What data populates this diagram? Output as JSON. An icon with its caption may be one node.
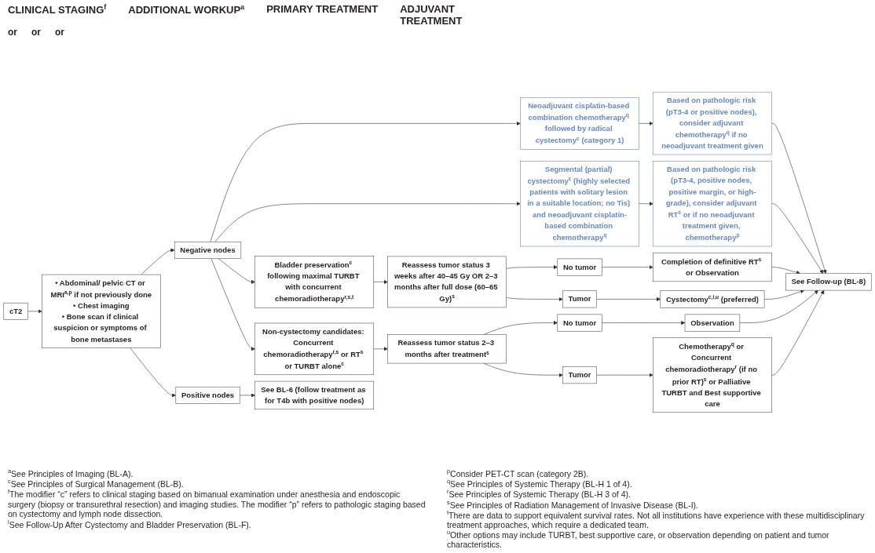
{
  "diagram": {
    "nodes": [
      {
        "text": [
          "cT2"
        ]
      },
      {
        "text": [
          "• Abdominal/ pelvic CT or MRI$^{a,p}$ if not previously done",
          "• Chest imaging",
          "• Bone scan if clinical suspicion or symptoms of bone metastases"
        ]
      },
      {
        "text": [
          "Negative nodes"
        ]
      },
      {
        "text": [
          "Positive nodes"
        ]
      },
      {
        "text": [
          "Neoadjuvant cisplatin-based combination chemotherapy$^{q}$ followed by radical cystectomy$^{c}$ (category 1)"
        ]
      },
      {
        "text": [
          "Segmental (partial) cystectomy$^{c}$ (highly selected patients with solitary lesion in a suitable location; no Tis) and neoadjuvant cisplatin-based combination chemotherapy$^{q}$"
        ]
      },
      {
        "text": [
          "Bladder preservation$^{c}$ following maximal TURBT with concurrent chemoradiotherapy$^{r,s,t}$"
        ]
      },
      {
        "text": [
          "Non-cystectomy candidates: Concurrent chemoradiotherapy$^{r,s}$ or RT$^{s}$ or TURBT alone$^{c}$"
        ]
      },
      {
        "text": [
          "See BL-6 (follow treatment as for T4b with positive nodes)"
        ]
      },
      {
        "text": [
          "Based on pathologic risk (pT3-4 or positive nodes), consider adjuvant chemotherapy$^{q}$ if no neoadjuvant treatment given"
        ]
      },
      {
        "text": [
          "Based on pathologic risk (pT3-4, positive nodes, positive margin, or high-grade), consider adjuvant RT$^{s}$ or if no neoadjuvant treatment given, chemotherapy$^{p}$"
        ]
      },
      {
        "text": [
          "Reassess tumor status 3 weeks after 40–45 Gy OR 2–3 months after full dose (60–65 Gy)$^{s}$"
        ]
      },
      {
        "text": [
          "Reassess tumor status 2–3 months after treatment$^{s}$"
        ]
      },
      {
        "text": [
          "No tumor"
        ]
      },
      {
        "text": [
          "Tumor"
        ]
      },
      {
        "text": [
          "Completion of definitive RT$^{s}$ or Observation"
        ]
      },
      {
        "text": [
          "Cystectomy$^{c,i,u}$ (preferred)"
        ]
      },
      {
        "text": [
          "No tumor"
        ]
      },
      {
        "text": [
          "Tumor"
        ]
      },
      {
        "text": [
          "Observation"
        ]
      },
      {
        "text": [
          "Chemotherapy$^{q}$ or Concurrent chemoradiotherapy$^{r}$ (if no prior RT)$^{s}$ or Palliative TURBT and Best supportive care"
        ]
      },
      {
        "text": [
          "See Follow-up (BL-8)"
        ]
      }
    ],
    "edges": [
      {
        "from": 0,
        "to": 1,
        "arrow": "to"
      },
      {
        "from": 1,
        "to": 2,
        "arrow": "to"
      },
      {
        "from": 1,
        "to": 3,
        "arrow": "to"
      },
      {
        "from": 2,
        "to": 4,
        "arrow": "to"
      },
      {
        "from": 2,
        "to": 5,
        "arrow": "to"
      },
      {
        "from": 2,
        "to": 6,
        "arrow": "to"
      },
      {
        "from": 2,
        "to": 7,
        "arrow": "to"
      },
      {
        "from": 3,
        "to": 8,
        "arrow": "to"
      },
      {
        "from": 4,
        "to": 9,
        "arrow": "to"
      },
      {
        "from": 5,
        "to": 10,
        "arrow": "to"
      },
      {
        "from": 6,
        "to": 11,
        "arrow": "to"
      },
      {
        "from": 7,
        "to": 12,
        "arrow": "to"
      },
      {
        "from": 11,
        "to": 13,
        "arrow": "to"
      },
      {
        "from": 11,
        "to": 14,
        "arrow": "to"
      },
      {
        "from": 13,
        "to": 15,
        "arrow": "to"
      },
      {
        "from": 14,
        "to": 16,
        "arrow": "to"
      },
      {
        "from": 12,
        "to": 17,
        "arrow": "to"
      },
      {
        "from": 12,
        "to": 18,
        "arrow": "to"
      },
      {
        "from": 17,
        "to": 19,
        "arrow": "to"
      },
      {
        "from": 18,
        "to": 20,
        "arrow": "to"
      },
      {
        "from": 9,
        "to": 21,
        "arrow": "to"
      },
      {
        "from": 10,
        "to": 21,
        "arrow": "to"
      },
      {
        "from": 15,
        "to": 21,
        "arrow": "to"
      },
      {
        "from": 16,
        "to": 21,
        "arrow": "to"
      },
      {
        "from": 19,
        "to": 21,
        "arrow": "to"
      },
      {
        "from": 20,
        "to": 21,
        "arrow": "to"
      }
    ],
    "labels": [
      "CLINICAL STAGING$^{f}$",
      "ADDITIONAL WORKUP$^{a}$",
      "PRIMARY TREATMENT",
      "ADJUVANT TREATMENT",
      "or",
      "or",
      "or",
      "$^{a}$See Principles of Imaging (BL-A).",
      "$^{c}$See Principles of Surgical Management (BL-B).",
      "$^{f}$The modifier “c” refers to clinical staging based on bimanual examination under anesthesia and endoscopic surgery (biopsy or transurethral resection) and imaging studies. The modifier “p” refers to pathologic staging based on cystectomy and lymph node dissection.",
      "$^{i}$See Follow-Up After Cystectomy and Bladder Preservation (BL-F).",
      "$^{p}$Consider PET-CT scan (category 2B).",
      "$^{q}$See Principles of Systemic Therapy (BL-H 1 of 4).",
      "$^{r}$See Principles of Systemic Therapy (BL-H 3 of 4).",
      "$^{s}$See Principles of Radiation Management of Invasive Disease (BL-I).",
      "$^{t}$There are data to support equivalent survival rates. Not all institutions have experience with these multidisciplinary treatment approaches, which require a dedicated team.",
      "$^{u}$Other options may include TURBT, best supportive care, or observation depending on patient and tumor characteristics."
    ]
  }
}
